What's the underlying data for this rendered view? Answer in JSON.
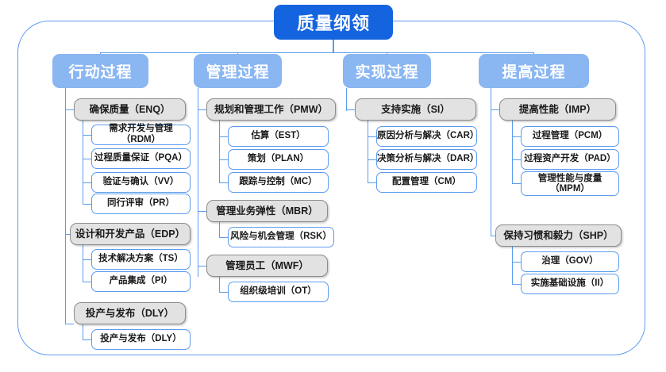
{
  "diagram": {
    "title": "质量纲领",
    "frame_color": "#5b9bf0",
    "title_color": "#1464df",
    "column_header_color": "#8ab6f2",
    "group_box_color": "#e2e2e2",
    "leaf_box_color": "#ffffff"
  },
  "columns": [
    {
      "header": "行动过程",
      "groups": [
        {
          "label": "确保质量（ENQ）",
          "children": [
            "需求开发与管理（RDM）",
            "过程质量保证（PQA）",
            "验证与确认（VV）",
            "同行评审（PR）"
          ]
        },
        {
          "label": "设计和开发产品（EDP）",
          "children": [
            "技术解决方案（TS）",
            "产品集成（PI）"
          ]
        },
        {
          "label": "投产与发布（DLY）",
          "children": [
            "投产与发布（DLY）"
          ]
        }
      ]
    },
    {
      "header": "管理过程",
      "groups": [
        {
          "label": "规划和管理工作（PMW）",
          "children": [
            "估算（EST）",
            "策划（PLAN）",
            "跟踪与控制（MC）"
          ]
        },
        {
          "label": "管理业务弹性（MBR）",
          "children": [
            "风险与机会管理（RSK）"
          ]
        },
        {
          "label": "管理员工（MWF）",
          "children": [
            "组织级培训（OT）"
          ]
        }
      ]
    },
    {
      "header": "实现过程",
      "groups": [
        {
          "label": "支持实施（SI）",
          "children": [
            "原因分析与解决（CAR）",
            "决策分析与解决（DAR）",
            "配置管理（CM）"
          ]
        }
      ]
    },
    {
      "header": "提高过程",
      "groups": [
        {
          "label": "提高性能（IMP）",
          "children": [
            "过程管理（PCM）",
            "过程资产开发（PAD）",
            "管理性能与度量（MPM）"
          ]
        },
        {
          "label": "保持习惯和毅力（SHP）",
          "children": [
            "治理（GOV）",
            "实施基础设施（II）"
          ]
        }
      ]
    }
  ]
}
